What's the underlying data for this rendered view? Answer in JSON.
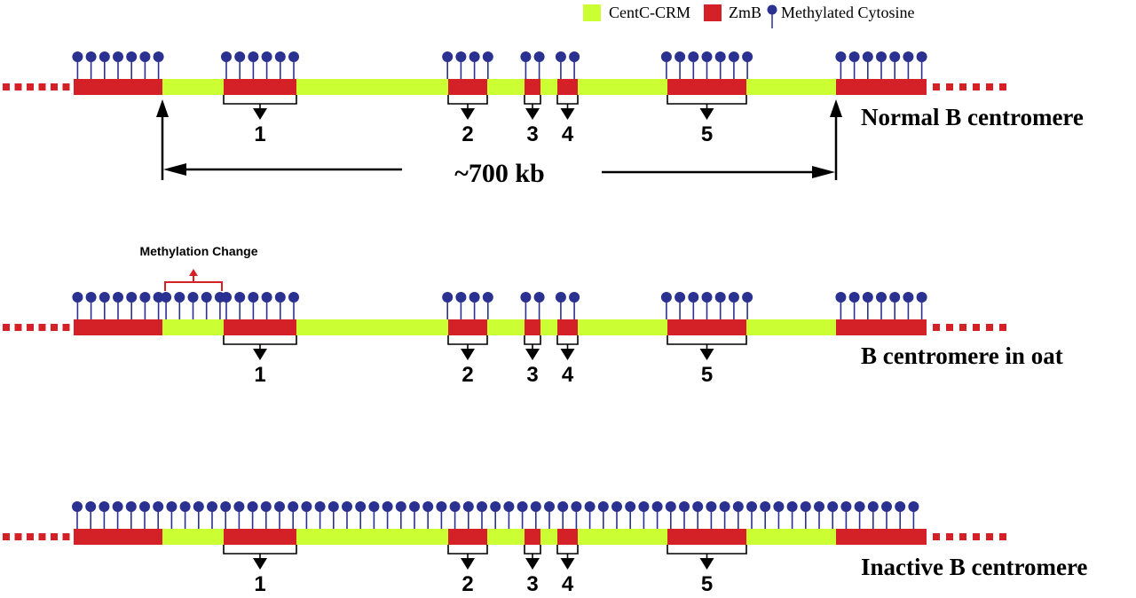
{
  "legend": {
    "items": [
      {
        "label": "CentC-CRM",
        "kind": "swatch",
        "color": "#ccff33"
      },
      {
        "label": "ZmB",
        "kind": "swatch",
        "color": "#d42027"
      },
      {
        "label": "Methylated Cytosine",
        "kind": "pin",
        "color": "#2b3190"
      }
    ]
  },
  "colors": {
    "centc": "#ccff33",
    "zmb": "#d42027",
    "methyl": "#2b3190",
    "dash": "#d42027",
    "ink": "#000000",
    "annotation": "#d42027"
  },
  "segments": [
    {
      "type": "zmb",
      "start": 0,
      "end": 100
    },
    {
      "type": "centc",
      "start": 100,
      "end": 169
    },
    {
      "type": "zmb",
      "start": 169,
      "end": 251
    },
    {
      "type": "centc",
      "start": 251,
      "end": 422
    },
    {
      "type": "zmb",
      "start": 422,
      "end": 466
    },
    {
      "type": "centc",
      "start": 466,
      "end": 508
    },
    {
      "type": "zmb",
      "start": 508,
      "end": 526
    },
    {
      "type": "centc",
      "start": 526,
      "end": 545
    },
    {
      "type": "zmb",
      "start": 545,
      "end": 568
    },
    {
      "type": "centc",
      "start": 568,
      "end": 669
    },
    {
      "type": "zmb",
      "start": 669,
      "end": 758
    },
    {
      "type": "centc",
      "start": 758,
      "end": 859
    },
    {
      "type": "zmb",
      "start": 859,
      "end": 961
    }
  ],
  "domains": [
    {
      "label": "1",
      "segment": 2
    },
    {
      "label": "2",
      "segment": 4
    },
    {
      "label": "3",
      "segment": 6
    },
    {
      "label": "4",
      "segment": 8
    },
    {
      "label": "5",
      "segment": 10
    }
  ],
  "rows": [
    {
      "label": "Normal B centromere",
      "methylation": "zmb-only",
      "pin_counts": [
        7,
        0,
        6,
        0,
        4,
        0,
        2,
        0,
        2,
        0,
        7,
        0,
        7
      ]
    },
    {
      "label": "B centromere in oat",
      "methylation": "zmb-plus-first-centc",
      "pin_counts": [
        7,
        5,
        6,
        0,
        4,
        0,
        2,
        0,
        2,
        0,
        7,
        0,
        7
      ],
      "annotation": "Methylation Change"
    },
    {
      "label": "Inactive B centromere",
      "methylation": "all",
      "pin_total": 63
    }
  ],
  "span": {
    "label": "~700 kb"
  }
}
